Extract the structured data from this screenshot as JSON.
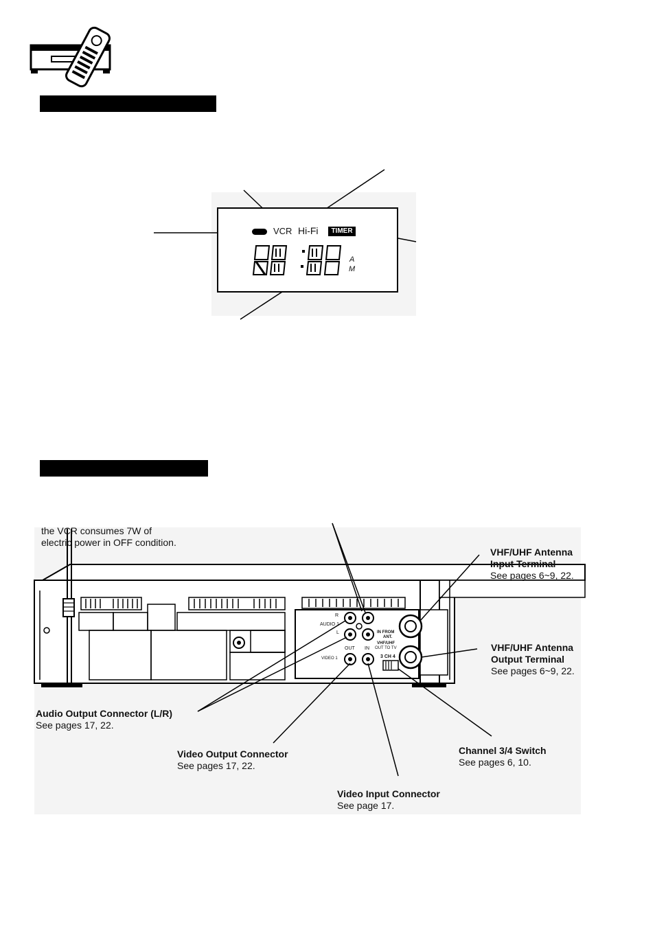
{
  "display_panel": {
    "indicators": {
      "vcr": "VCR",
      "hifi": "Hi-Fi",
      "timer": "TIMER"
    },
    "clock_digits": "88:88",
    "am": "A",
    "pm": "M"
  },
  "rear_panel": {
    "power_note_line1": "the VCR consumes 7W of",
    "power_note_line2": "electric power in OFF condition.",
    "panel_labels": {
      "r": "R",
      "audio1": "AUDIO 1",
      "l": "L",
      "in_from_ant": "IN FROM",
      "ant": "ANT.",
      "vhf_uhf": "VHF/UHF",
      "out_to_tv": "OUT TO TV",
      "out": "OUT",
      "in": "IN",
      "video1": "VIDEO 1",
      "ch_switch": "3 CH 4"
    },
    "callouts": {
      "antenna_input_title1": "VHF/UHF Antenna",
      "antenna_input_title2": "Input Terminal",
      "antenna_input_ref": "See pages 6~9, 22.",
      "antenna_output_title1": "VHF/UHF Antenna",
      "antenna_output_title2": "Output Terminal",
      "antenna_output_ref": "See pages 6~9, 22.",
      "audio_output_title": "Audio Output Connector (L/R)",
      "audio_output_ref": "See pages 17, 22.",
      "video_output_title": "Video Output Connector",
      "video_output_ref": "See pages 17, 22.",
      "channel_switch_title": "Channel 3/4 Switch",
      "channel_switch_ref": "See pages 6, 10.",
      "video_input_title": "Video Input Connector",
      "video_input_ref": "See page 17."
    }
  }
}
